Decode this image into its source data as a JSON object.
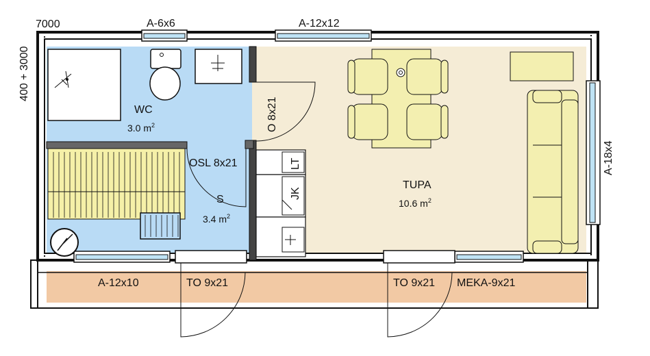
{
  "dimensions": {
    "width": "7000",
    "height": "400 + 3000"
  },
  "rooms": {
    "wc": {
      "name": "WC",
      "area": "3.0 m",
      "unit_sup": "2"
    },
    "sauna": {
      "name": "S",
      "area": "3.4 m",
      "unit_sup": "2"
    },
    "tupa": {
      "name": "TUPA",
      "area": "10.6 m",
      "unit_sup": "2"
    }
  },
  "windows": {
    "top_small": "A-6x6",
    "top_large": "A-12x12",
    "right": "A-18x4",
    "bottom_left": "A-12x10"
  },
  "doors": {
    "interior_o": "O 8x21",
    "sauna": "OSL 8x21",
    "exterior_left": "TO 9x21",
    "exterior_right": "TO 9x21",
    "terrace": "MEKA-9x21"
  },
  "fixtures": {
    "cabinet_lt": "LT",
    "cabinet_jk": "JK"
  },
  "colors": {
    "wet_room": "#b9dbf5",
    "living": "#f5ecd6",
    "terrace": "#f2c9a4",
    "wall": "#111111",
    "furniture": "#f3efb0",
    "bench": "#f5f0a8",
    "window_glass": "#bfe3f5"
  }
}
